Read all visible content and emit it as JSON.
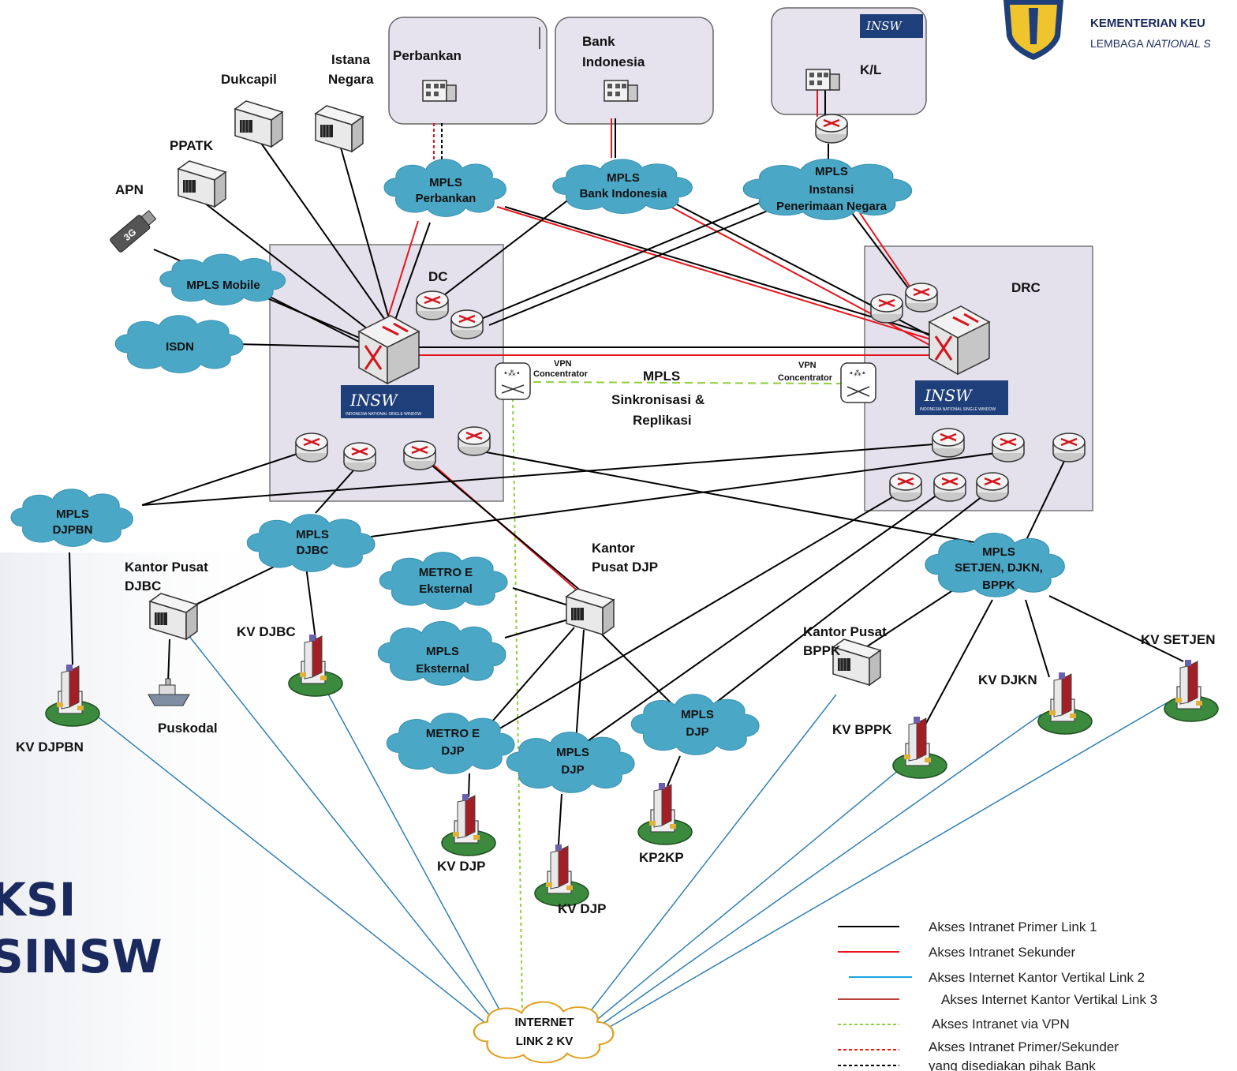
{
  "header": {
    "ministry": "KEMENTERIAN KEU",
    "agency_prefix": "LEMBAGA ",
    "agency_italic": "NATIONAL S"
  },
  "title": {
    "line1": "KSI",
    "line2": "SINSW"
  },
  "sites": {
    "dc": "DC",
    "drc": "DRC"
  },
  "center": {
    "mpls": "MPLS",
    "sync_line1": "Sinkronisasi &",
    "sync_line2": "Replikasi",
    "vpn_line1": "VPN",
    "vpn_line2": "Concentrator"
  },
  "external": {
    "dukcapil": "Dukcapil",
    "istana_line1": "Istana",
    "istana_line2": "Negara",
    "ppatk": "PPATK",
    "apn": "APN",
    "perbankan": "Perbankan",
    "bi_line1": "Bank",
    "bi_line2": "Indonesia",
    "kl": "K/L"
  },
  "clouds": {
    "mpls_mobile": "MPLS Mobile",
    "isdn": "ISDN",
    "mpls_perbankan": [
      "MPLS",
      "Perbankan"
    ],
    "mpls_bi": [
      "MPLS",
      "Bank Indonesia"
    ],
    "mpls_instansi": [
      "MPLS",
      "Instansi",
      "Penerimaan Negara"
    ],
    "mpls_djpbn": [
      "MPLS",
      "DJPBN"
    ],
    "mpls_djbc": [
      "MPLS",
      "DJBC"
    ],
    "metro_e_eksternal": [
      "METRO E",
      "Eksternal"
    ],
    "mpls_eksternal": [
      "MPLS",
      "Eksternal"
    ],
    "metro_e_djp": [
      "METRO E",
      "DJP"
    ],
    "mpls_djp_a": [
      "MPLS",
      "DJP"
    ],
    "mpls_djp_b": [
      "MPLS",
      "DJP"
    ],
    "mpls_setjen": [
      "MPLS",
      "SETJEN, DJKN,",
      "BPPK"
    ],
    "internet": [
      "INTERNET",
      "LINK 2 KV"
    ]
  },
  "offices": {
    "kp_djbc_line1": "Kantor Pusat",
    "kp_djbc_line2": "DJBC",
    "kv_djbc": "KV DJBC",
    "kv_djpbn": "KV DJPBN",
    "puskodal": "Puskodal",
    "kp_djp_line1": "Kantor",
    "kp_djp_line2": "Pusat DJP",
    "kv_djp_1": "KV DJP",
    "kv_djp_2": "KV DJP",
    "kp2kp": "KP2KP",
    "kp_bppk_line1": "Kantor Pusat",
    "kp_bppk_line2": "BPPK",
    "kv_bppk": "KV BPPK",
    "kv_djkn": "KV DJKN",
    "kv_setjen": "KV SETJEN"
  },
  "legend": [
    {
      "label": "Akses Intranet Primer Link 1",
      "color": "#000000",
      "style": "solid"
    },
    {
      "label": "Akses Intranet Sekunder",
      "color": "#e8141c",
      "style": "solid"
    },
    {
      "label": "Akses Internet Kantor Vertikal Link 2",
      "color": "#1aa3e0",
      "style": "solid"
    },
    {
      "label": "Akses Internet Kantor Vertikal Link 3",
      "color": "#b5433a",
      "style": "solid"
    },
    {
      "label": "Akses Intranet via VPN",
      "color": "#8fcf3c",
      "style": "dashed"
    },
    {
      "label": "Akses Intranet Primer/Sekunder",
      "color": "#e8141c",
      "style": "dashed"
    },
    {
      "label": "yang disediakan pihak Bank",
      "color": "#000000",
      "style": "dashed"
    }
  ],
  "logo_text": {
    "insw": "INSW",
    "insw_sub": "INDONESIA NATIONAL SINGLE WINDOW"
  },
  "colors": {
    "black_link": "#000000",
    "red_link": "#e8141c",
    "blue_link": "#2f7fb5",
    "vpn_link": "#8fcf3c",
    "cloud": "#4aa7c6",
    "internet_cloud": "#ffffff",
    "site_box": "#e6e3ee"
  }
}
